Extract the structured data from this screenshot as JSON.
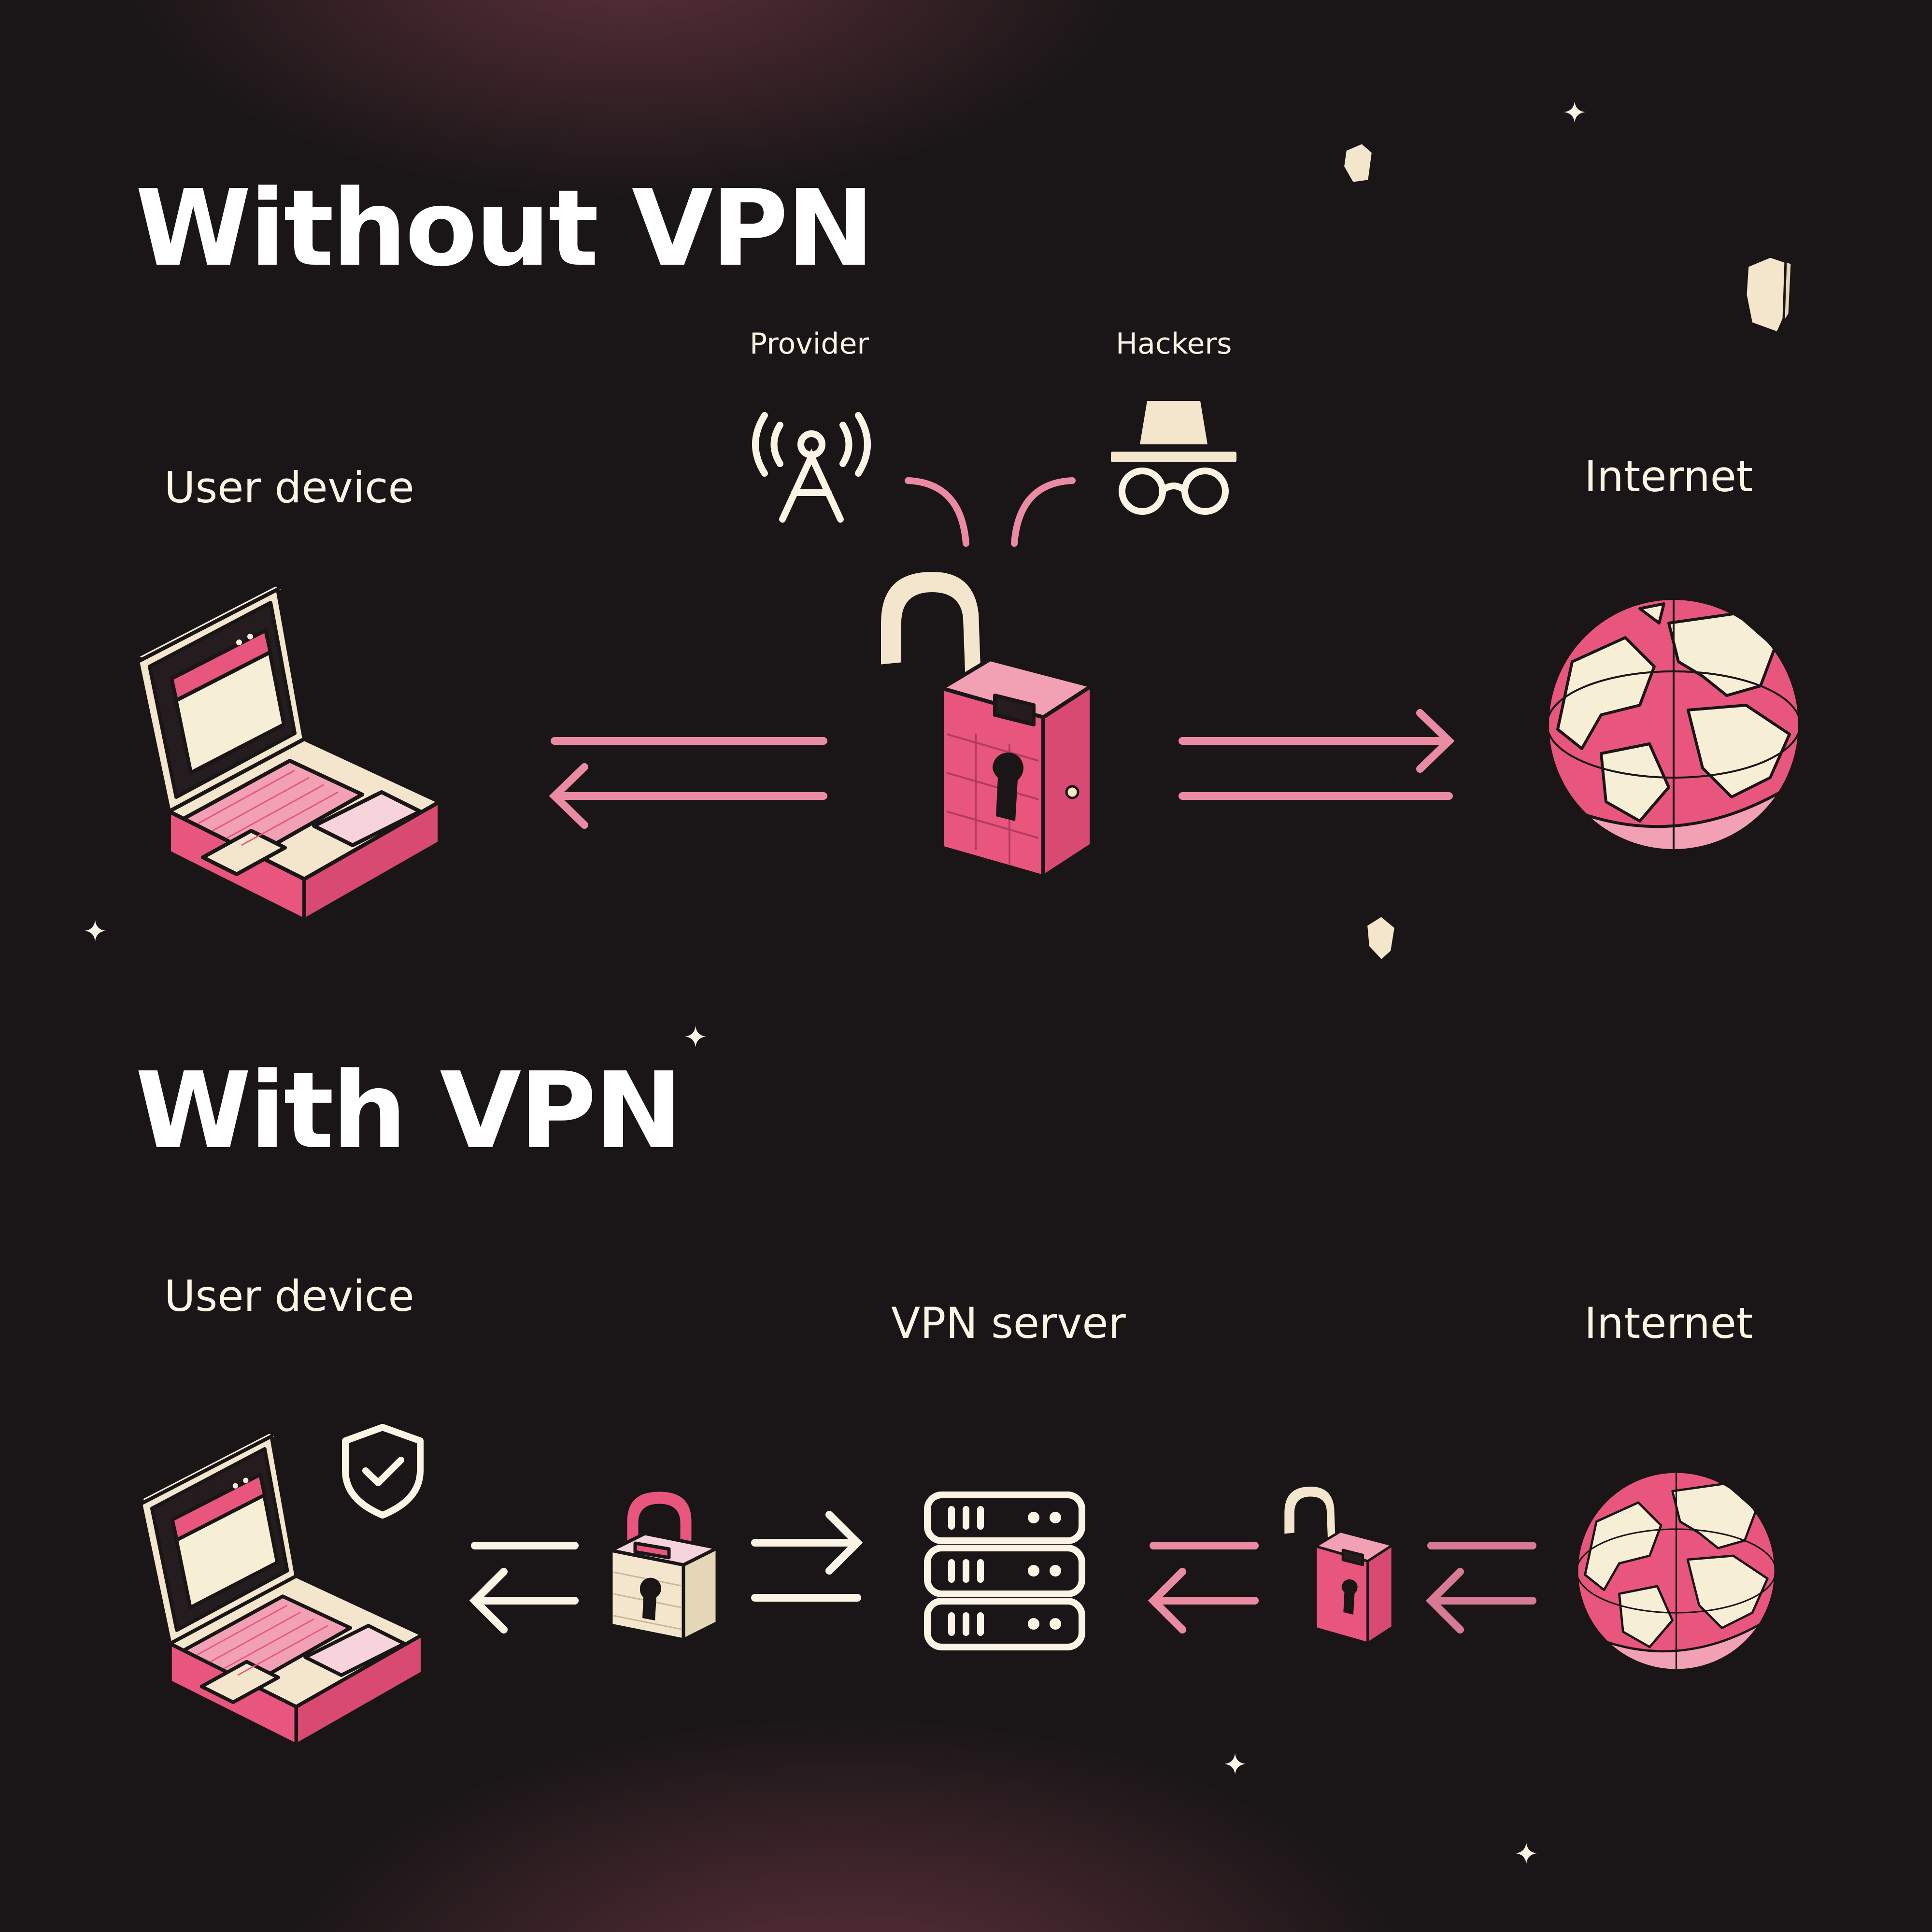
{
  "sections": {
    "without_vpn": {
      "title": "Without VPN",
      "user_device_label": "User device",
      "provider_label": "Provider",
      "hackers_label": "Hackers",
      "internet_label": "Internet"
    },
    "with_vpn": {
      "title": "With VPN",
      "user_device_label": "User device",
      "vpn_server_label": "VPN server",
      "internet_label": "Internet"
    }
  },
  "colors": {
    "background": "#1a1617",
    "glow": "#703846",
    "pink": "#e8567e",
    "pink_light": "#f2a0b4",
    "arrow_pink": "#ea8aa3",
    "cream": "#fbf4e4",
    "outline": "#1a1617"
  },
  "icons": [
    "laptop-icon",
    "open-padlock-icon",
    "closed-padlock-icon",
    "globe-icon",
    "antenna-icon",
    "spy-icon",
    "shield-check-icon",
    "server-icon",
    "arrow-icon",
    "sparkle-icon",
    "rock-icon"
  ]
}
